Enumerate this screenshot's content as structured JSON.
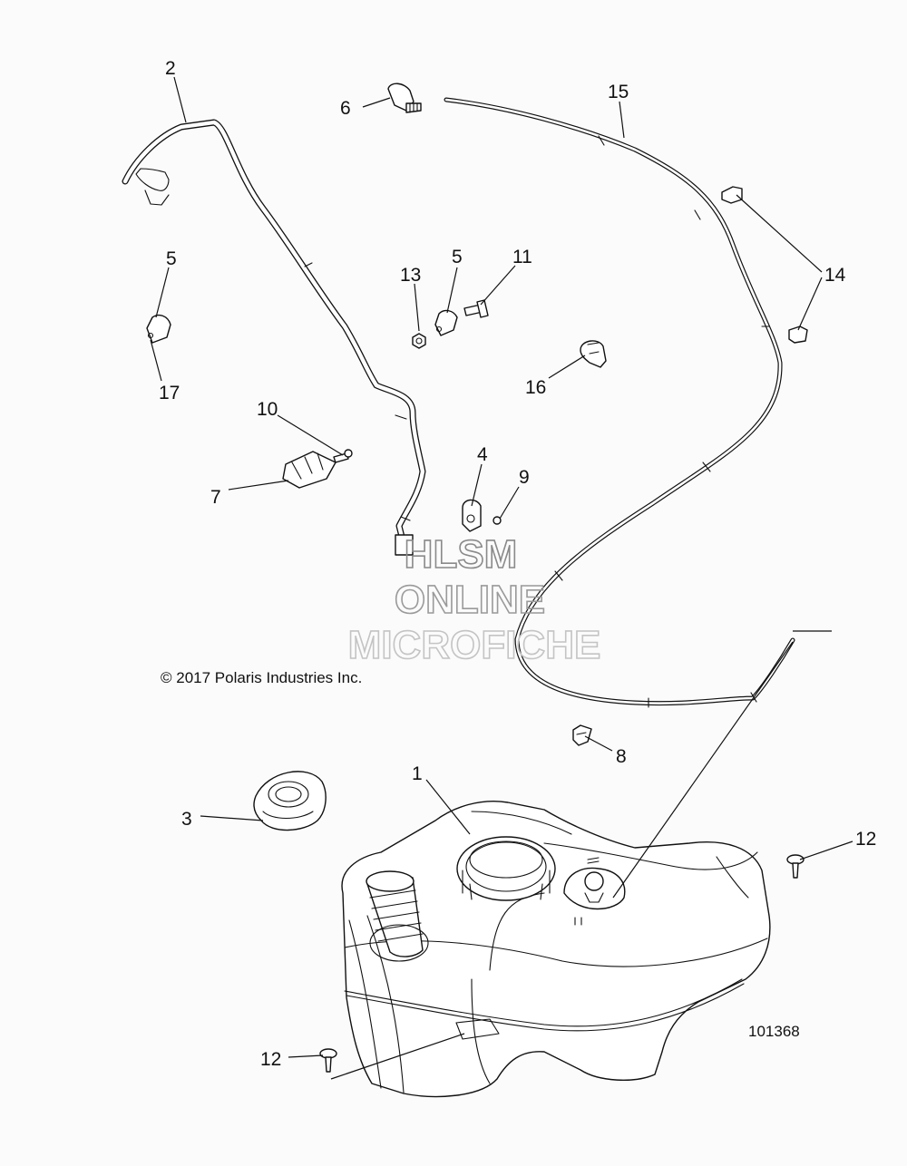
{
  "callouts": {
    "c1": "1",
    "c2": "2",
    "c3": "3",
    "c4": "4",
    "c5a": "5",
    "c5b": "5",
    "c6": "6",
    "c7": "7",
    "c8": "8",
    "c9": "9",
    "c10": "10",
    "c11": "11",
    "c12a": "12",
    "c12b": "12",
    "c13": "13",
    "c14": "14",
    "c15": "15",
    "c16": "16",
    "c17": "17"
  },
  "watermark": {
    "line1": "HLSM",
    "line2": "ONLINE",
    "line3": "MICROFICHE"
  },
  "copyright": "© 2017 Polaris Industries Inc.",
  "diagram_id": "101368",
  "colors": {
    "ink": "#111111",
    "background": "#fbfbfb",
    "watermark": "#8a8a8a"
  }
}
